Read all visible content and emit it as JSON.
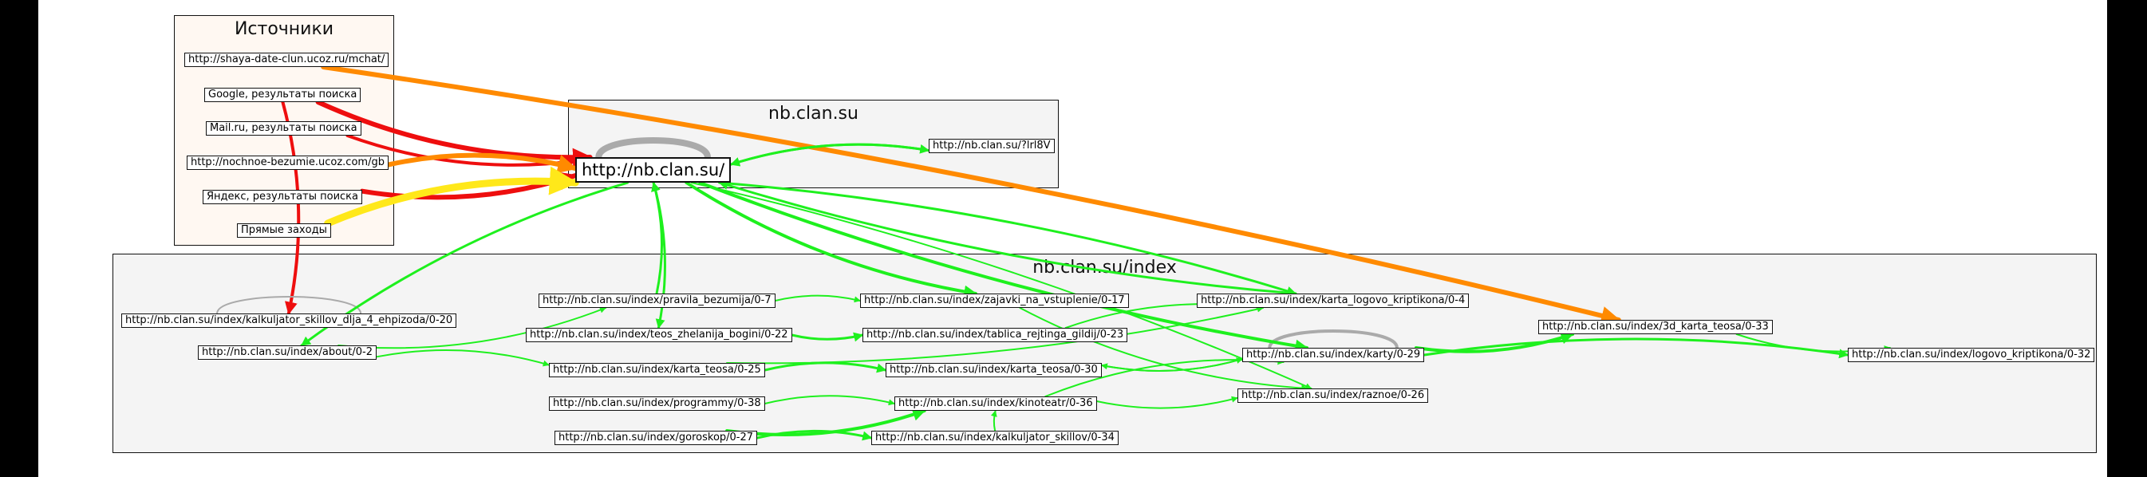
{
  "clusters": {
    "sources": "Источники",
    "site": "nb.clan.su",
    "index": "nb.clan.su/index"
  },
  "nodes": {
    "src_shaya": "http://shaya-date-clun.ucoz.ru/mchat/",
    "src_google": "Google, результаты поиска",
    "src_mail": "Mail.ru, результаты поиска",
    "src_nochnoe": "http://nochnoe-bezumie.ucoz.com/gb",
    "src_yandex": "Яндекс, результаты поиска",
    "src_direct": "Прямые заходы",
    "main": "http://nb.clan.su/",
    "lrl8v": "http://nb.clan.su/?lrl8V",
    "kalk20": "http://nb.clan.su/index/kalkuljator_skillov_dlja_4_ehpizoda/0-20",
    "about": "http://nb.clan.su/index/about/0-2",
    "pravila": "http://nb.clan.su/index/pravila_bezumija/0-7",
    "teos22": "http://nb.clan.su/index/teos_zhelanija_bogini/0-22",
    "karta25": "http://nb.clan.su/index/karta_teosa/0-25",
    "programmy": "http://nb.clan.su/index/programmy/0-38",
    "goroskop": "http://nb.clan.su/index/goroskop/0-27",
    "zajavki": "http://nb.clan.su/index/zajavki_na_vstuplenie/0-17",
    "tablica": "http://nb.clan.su/index/tablica_rejtinga_gildij/0-23",
    "karta30": "http://nb.clan.su/index/karta_teosa/0-30",
    "kinoteatr": "http://nb.clan.su/index/kinoteatr/0-36",
    "kalk34": "http://nb.clan.su/index/kalkuljator_skillov/0-34",
    "logovo4": "http://nb.clan.su/index/karta_logovo_kriptikona/0-4",
    "karty": "http://nb.clan.su/index/karty/0-29",
    "raznoe": "http://nb.clan.su/index/raznoe/0-26",
    "karta3d": "http://nb.clan.su/index/3d_karta_teosa/0-33",
    "logovo32": "http://nb.clan.su/index/logovo_kriptikona/0-32"
  },
  "colors": {
    "green": "#1ef01e",
    "red": "#ee0e0e",
    "orange": "#ff8a00",
    "yellow": "#ffe81a",
    "gray": "#aaaaaa",
    "cluster_sources_bg": "#fff8f2",
    "cluster_site_bg": "#f4f4f4"
  },
  "edges": [
    {
      "from": "src_shaya",
      "to": "karta3d",
      "color": "orange",
      "weight": 6
    },
    {
      "from": "src_google",
      "to": "main",
      "color": "red",
      "weight": 6
    },
    {
      "from": "src_google",
      "to": "kalk20",
      "color": "red",
      "weight": 4
    },
    {
      "from": "src_mail",
      "to": "main",
      "color": "red",
      "weight": 4
    },
    {
      "from": "src_nochnoe",
      "to": "main",
      "color": "orange",
      "weight": 6
    },
    {
      "from": "src_yandex",
      "to": "main",
      "color": "red",
      "weight": 6
    },
    {
      "from": "src_direct",
      "to": "main",
      "color": "yellow",
      "weight": 9
    },
    {
      "from": "main",
      "to": "main",
      "color": "gray",
      "weight": 8
    },
    {
      "from": "kalk20",
      "to": "kalk20",
      "color": "gray",
      "weight": 2
    },
    {
      "from": "karty",
      "to": "karty",
      "color": "gray",
      "weight": 4
    },
    {
      "from": "main",
      "to": "lrl8v",
      "color": "green",
      "weight": 3
    },
    {
      "from": "main",
      "to": "zajavki",
      "color": "green",
      "weight": 4
    },
    {
      "from": "main",
      "to": "logovo4",
      "color": "green",
      "weight": 3
    },
    {
      "from": "main",
      "to": "karty",
      "color": "green",
      "weight": 4
    },
    {
      "from": "main",
      "to": "raznoe",
      "color": "green",
      "weight": 2
    },
    {
      "from": "main",
      "to": "about",
      "color": "green",
      "weight": 3
    },
    {
      "from": "main",
      "to": "teos22",
      "color": "green",
      "weight": 3
    },
    {
      "from": "pravila",
      "to": "main",
      "color": "green",
      "weight": 3
    },
    {
      "from": "pravila",
      "to": "zajavki",
      "color": "green",
      "weight": 2
    },
    {
      "from": "about",
      "to": "pravila",
      "color": "green",
      "weight": 2
    },
    {
      "from": "about",
      "to": "karta25",
      "color": "green",
      "weight": 2
    },
    {
      "from": "teos22",
      "to": "tablica",
      "color": "green",
      "weight": 3
    },
    {
      "from": "karta25",
      "to": "karta30",
      "color": "green",
      "weight": 3
    },
    {
      "from": "karta25",
      "to": "logovo4",
      "color": "green",
      "weight": 2
    },
    {
      "from": "programmy",
      "to": "kinoteatr",
      "color": "green",
      "weight": 2
    },
    {
      "from": "goroskop",
      "to": "kinoteatr",
      "color": "green",
      "weight": 4
    },
    {
      "from": "goroskop",
      "to": "kalk34",
      "color": "green",
      "weight": 3
    },
    {
      "from": "kinoteatr",
      "to": "raznoe",
      "color": "green",
      "weight": 2
    },
    {
      "from": "kinoteatr",
      "to": "karty",
      "color": "green",
      "weight": 2
    },
    {
      "from": "karta30",
      "to": "karty",
      "color": "green",
      "weight": 2
    },
    {
      "from": "karty",
      "to": "karta30",
      "color": "green",
      "weight": 2
    },
    {
      "from": "karty",
      "to": "karta3d",
      "color": "green",
      "weight": 4
    },
    {
      "from": "karty",
      "to": "logovo32",
      "color": "green",
      "weight": 3
    },
    {
      "from": "karta3d",
      "to": "logovo32",
      "color": "green",
      "weight": 2
    },
    {
      "from": "tablica",
      "to": "logovo4",
      "color": "green",
      "weight": 2
    },
    {
      "from": "zajavki",
      "to": "raznoe",
      "color": "green",
      "weight": 2
    },
    {
      "from": "logovo4",
      "to": "main",
      "color": "green",
      "weight": 3
    },
    {
      "from": "lrl8v",
      "to": "main",
      "color": "green",
      "weight": 3
    },
    {
      "from": "kalk34",
      "to": "kinoteatr",
      "color": "green",
      "weight": 2
    }
  ]
}
